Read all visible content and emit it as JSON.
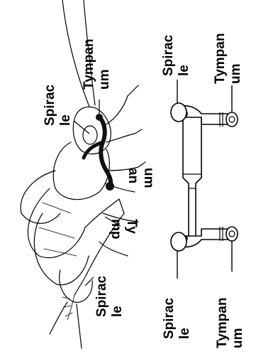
{
  "labels": {
    "cricket_spiracle": "Spirac\nle",
    "cricket_tympanum": "Tympan\num",
    "cricket_tympanum_leg_a": "um\nan",
    "cricket_tympanum_leg_b": "Ty\nmp",
    "cricket_spiracle_lower": "Spirac\nle",
    "tube_spiracle_top": "Spirac\nle",
    "tube_tympanum_top": "Tympan\num",
    "tube_spiracle_bottom": "Spirac\nle",
    "tube_tympanum_bottom": "Tympan\num"
  },
  "colors": {
    "ink": "#000000",
    "trachea": "#111111",
    "background": "#ffffff"
  }
}
